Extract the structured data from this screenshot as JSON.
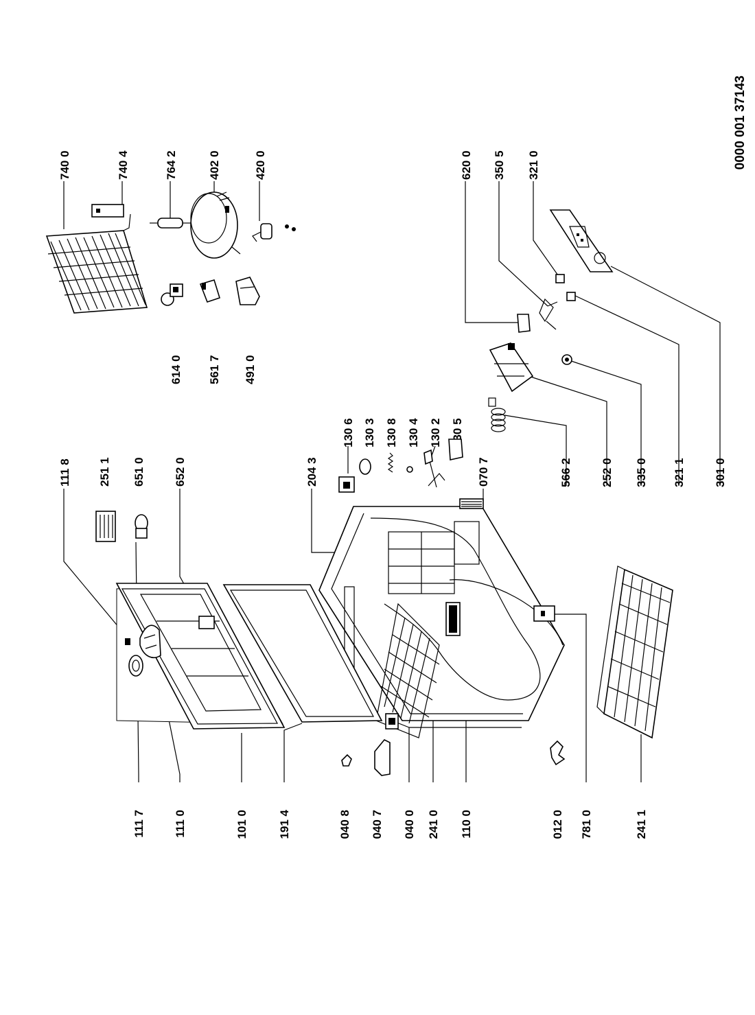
{
  "document_id": "0000 001 37143",
  "labels": {
    "l_1117": "111 7",
    "l_1110": "111 0",
    "l_1010": "101 0",
    "l_1914": "191 4",
    "l_0408": "040 8",
    "l_0407": "040 7",
    "l_0400": "040 0",
    "l_2410": "241 0",
    "l_1100": "110 0",
    "l_0120": "012 0",
    "l_7810": "781 0",
    "l_2411": "241 1",
    "l_1118": "111 8",
    "l_2511": "251 1",
    "l_6510": "651 0",
    "l_6520": "652 0",
    "l_2043": "204 3",
    "l_0707": "070 7",
    "l_1306": "130 6",
    "l_1303": "130 3",
    "l_1308": "130 8",
    "l_1304": "130 4",
    "l_1302": "130 2",
    "l_1305": "130 5",
    "l_5662": "566 2",
    "l_2520": "252 0",
    "l_3350": "335 0",
    "l_3211": "321 1",
    "l_3010": "301 0",
    "l_6140": "614 0",
    "l_5617": "561 7",
    "l_4910": "491 0",
    "l_7400": "740 0",
    "l_7404": "740 4",
    "l_7642": "764 2",
    "l_4020": "402 0",
    "l_4200": "420 0",
    "l_6200": "620 0",
    "l_3505": "350 5",
    "l_3210": "321 0"
  },
  "icons": [
    "freezer-cabinet-icon",
    "lid-icon",
    "lid-gasket-icon",
    "basket-icon",
    "condenser-icon",
    "compressor-icon",
    "thermostat-icon",
    "control-panel-icon"
  ]
}
